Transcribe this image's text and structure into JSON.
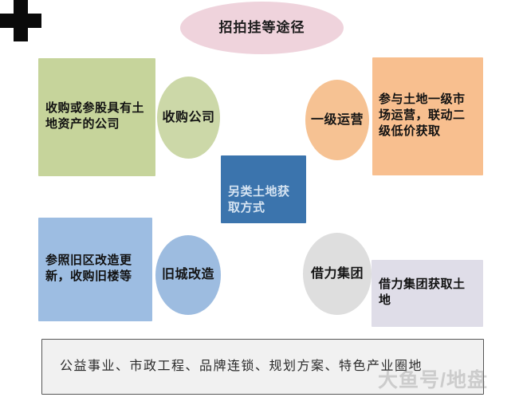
{
  "diagram": {
    "title_node": {
      "label": "招拍挂等途径"
    },
    "center": {
      "label": "另类土地获取方式"
    },
    "plus": {
      "label": "+"
    },
    "branches": [
      {
        "id": "acquire-company",
        "box_label": "收购或参股具有土地资产的公司",
        "circle_label": "收购公司",
        "box_color": "#c6d49b",
        "circle_color": "#ccd8a8"
      },
      {
        "id": "primary-market",
        "box_label": "参与土地一级市场运营，联动二级低价获取",
        "circle_label": "一级运营",
        "box_color": "#f8bf8f",
        "circle_color": "#f6c293"
      },
      {
        "id": "urban-renewal",
        "box_label": "参照旧区改造更新，收购旧楼等",
        "circle_label": "旧城改造",
        "box_color": "#9dbde2",
        "circle_color": "#9dbce0"
      },
      {
        "id": "group-leverage",
        "box_label": "借力集团获取土地",
        "circle_label": "借力集团",
        "box_color": "#dfdde8",
        "circle_color": "#dedede"
      }
    ],
    "footer": {
      "label": "公益事业、市政工程、品牌连锁、规划方案、特色产业圈地"
    },
    "watermark": {
      "label": "大鱼号/地盘"
    },
    "colors": {
      "pill": "#efd3dc",
      "center_box": "#3b74ad",
      "center_text": "#d6e4f2",
      "plus": "#0a0a0a",
      "footer_bg": "#f1f1f1",
      "footer_border": "#565656"
    }
  }
}
